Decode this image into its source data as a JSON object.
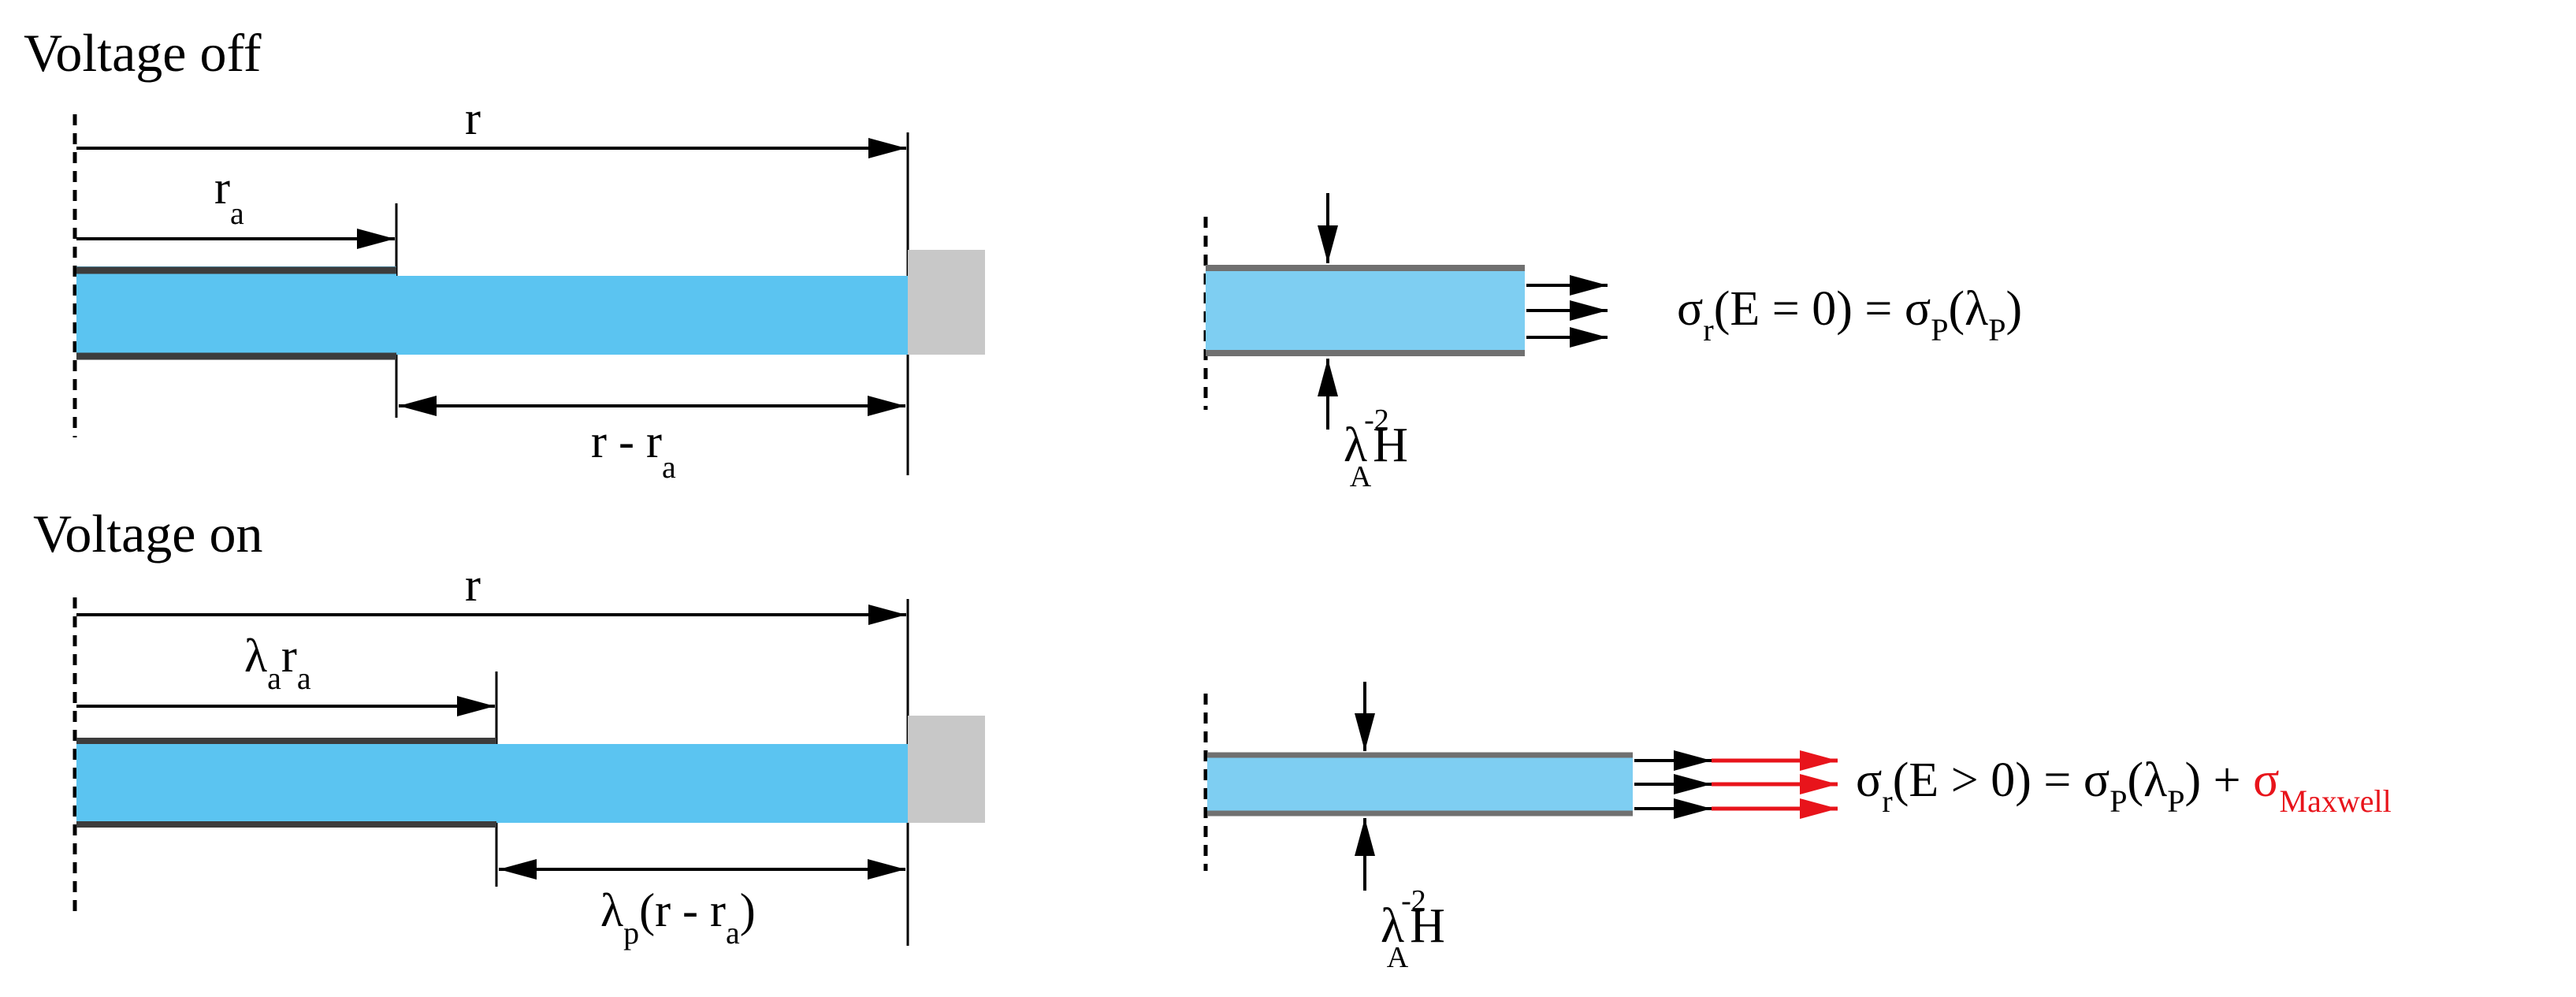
{
  "colors": {
    "active_blue": "#5BC4F1",
    "passive_blue": "#7ECEF2",
    "clamp_gray": "#C8C8C8",
    "electrode": "#3C3C3C",
    "electrode_right": "#707070",
    "maxwell_red": "#E8141B",
    "line": "#000000"
  },
  "titles": {
    "off": "Voltage off",
    "on": "Voltage on"
  },
  "off": {
    "r": "r",
    "r_a_base": "r",
    "r_a_sub": "a",
    "r_minus_ra": {
      "pre": "r - r",
      "sub": "a"
    },
    "eq": {
      "sigma1": "σ",
      "sub1": "r",
      "mid1": "(E = 0) = ",
      "sigma2": "σ",
      "sub2": "P",
      "mid2": "(λ",
      "sub3": "P",
      "end": ")"
    },
    "thickness": {
      "lambda": "λ",
      "sup": "-2",
      "sub": "A",
      "H": "H"
    }
  },
  "on": {
    "r": "r",
    "lara": {
      "l": "λ",
      "lsub": "a",
      "r": "r",
      "rsub": "a"
    },
    "lp": {
      "l": "λ",
      "lsub": "p",
      "mid": "(r - r",
      "rsub": "a",
      "end": ")"
    },
    "eq": {
      "sigma1": "σ",
      "sub1": "r",
      "mid1": "(E > 0) = ",
      "sigma2": "σ",
      "sub2": "P",
      "mid2": "(λ",
      "sub3": "P",
      "mid3": ") + ",
      "sigma3": "σ",
      "sub4": "Maxwell"
    },
    "thickness": {
      "lambda": "λ",
      "sup": "-2",
      "sub": "A",
      "H": "H"
    }
  }
}
